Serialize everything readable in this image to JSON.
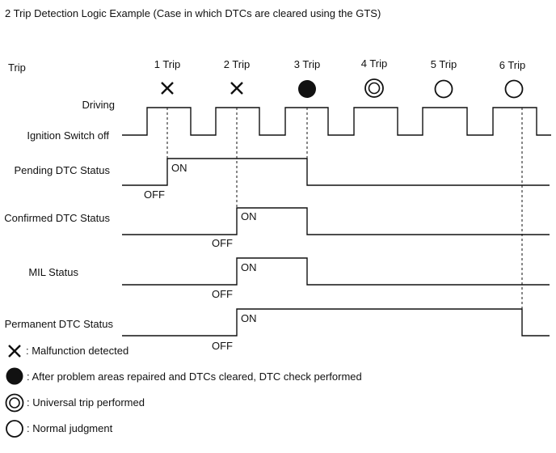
{
  "title": "2 Trip Detection Logic Example (Case in which DTCs are cleared using the GTS)",
  "rows": {
    "trip": "Trip",
    "driving": "Driving",
    "ignition_off": "Ignition Switch off",
    "pending": "Pending DTC Status",
    "confirmed": "Confirmed DTC Status",
    "mil": "MIL Status",
    "permanent": "Permanent DTC Status"
  },
  "trips": [
    {
      "label": "1 Trip",
      "symbol": "cross-icon"
    },
    {
      "label": "2 Trip",
      "symbol": "cross-icon"
    },
    {
      "label": "3 Trip",
      "symbol": "filled-circle-icon"
    },
    {
      "label": "4 Trip",
      "symbol": "double-circle-icon"
    },
    {
      "label": "5 Trip",
      "symbol": "open-circle-icon"
    },
    {
      "label": "6 Trip",
      "symbol": "open-circle-icon"
    }
  ],
  "states": {
    "on": "ON",
    "off": "OFF"
  },
  "legend": [
    {
      "symbol": "cross-icon",
      "text": ": Malfunction detected"
    },
    {
      "symbol": "filled-circle-icon",
      "text": ": After problem areas repaired and DTCs cleared, DTC check performed"
    },
    {
      "symbol": "double-circle-icon",
      "text": ": Universal trip performed"
    },
    {
      "symbol": "open-circle-icon",
      "text": ": Normal judgment"
    }
  ]
}
